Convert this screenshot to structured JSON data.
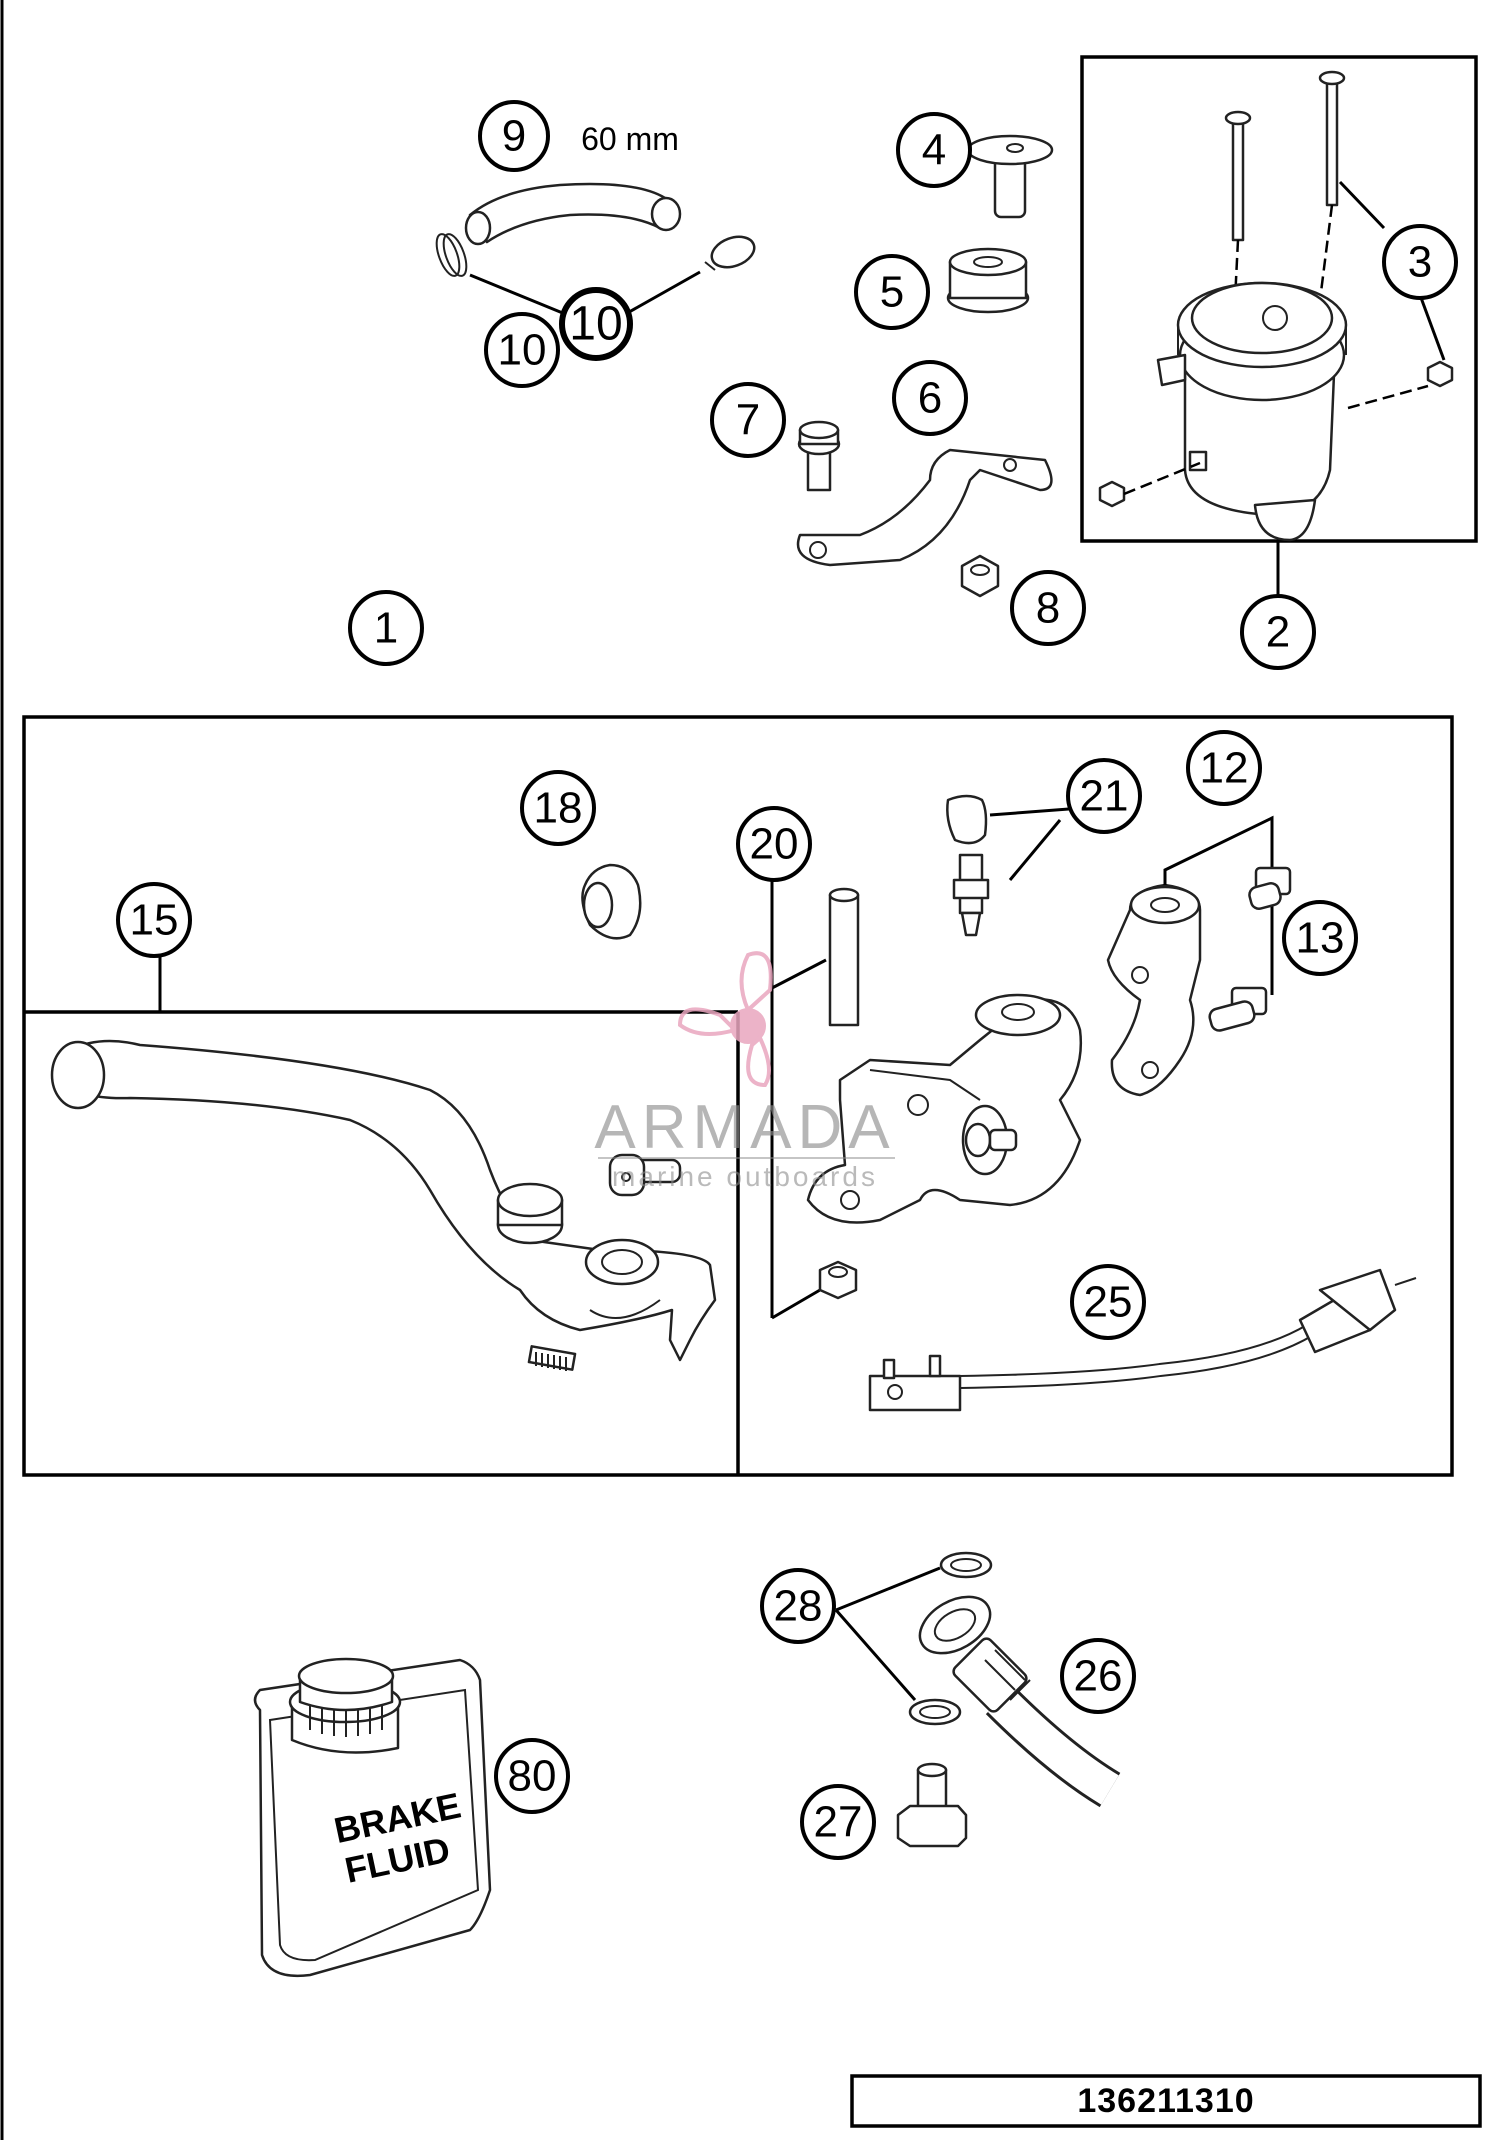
{
  "diagram_id": "136211310",
  "dimension_label": "60 mm",
  "bottle_label_line1": "BRAKE",
  "bottle_label_line2": "FLUID",
  "watermark": {
    "brand": "ARMADA",
    "tagline": "marine outboards",
    "color": "#e9a6bf"
  },
  "callouts": {
    "c1": "1",
    "c2": "2",
    "c3": "3",
    "c4": "4",
    "c5": "5",
    "c6": "6",
    "c7": "7",
    "c8": "8",
    "c9": "9",
    "c10a": "10",
    "c10b": "10",
    "c12": "12",
    "c13": "13",
    "c15": "15",
    "c18": "18",
    "c20": "20",
    "c21": "21",
    "c25": "25",
    "c26": "26",
    "c27": "27",
    "c28": "28",
    "c80": "80"
  }
}
